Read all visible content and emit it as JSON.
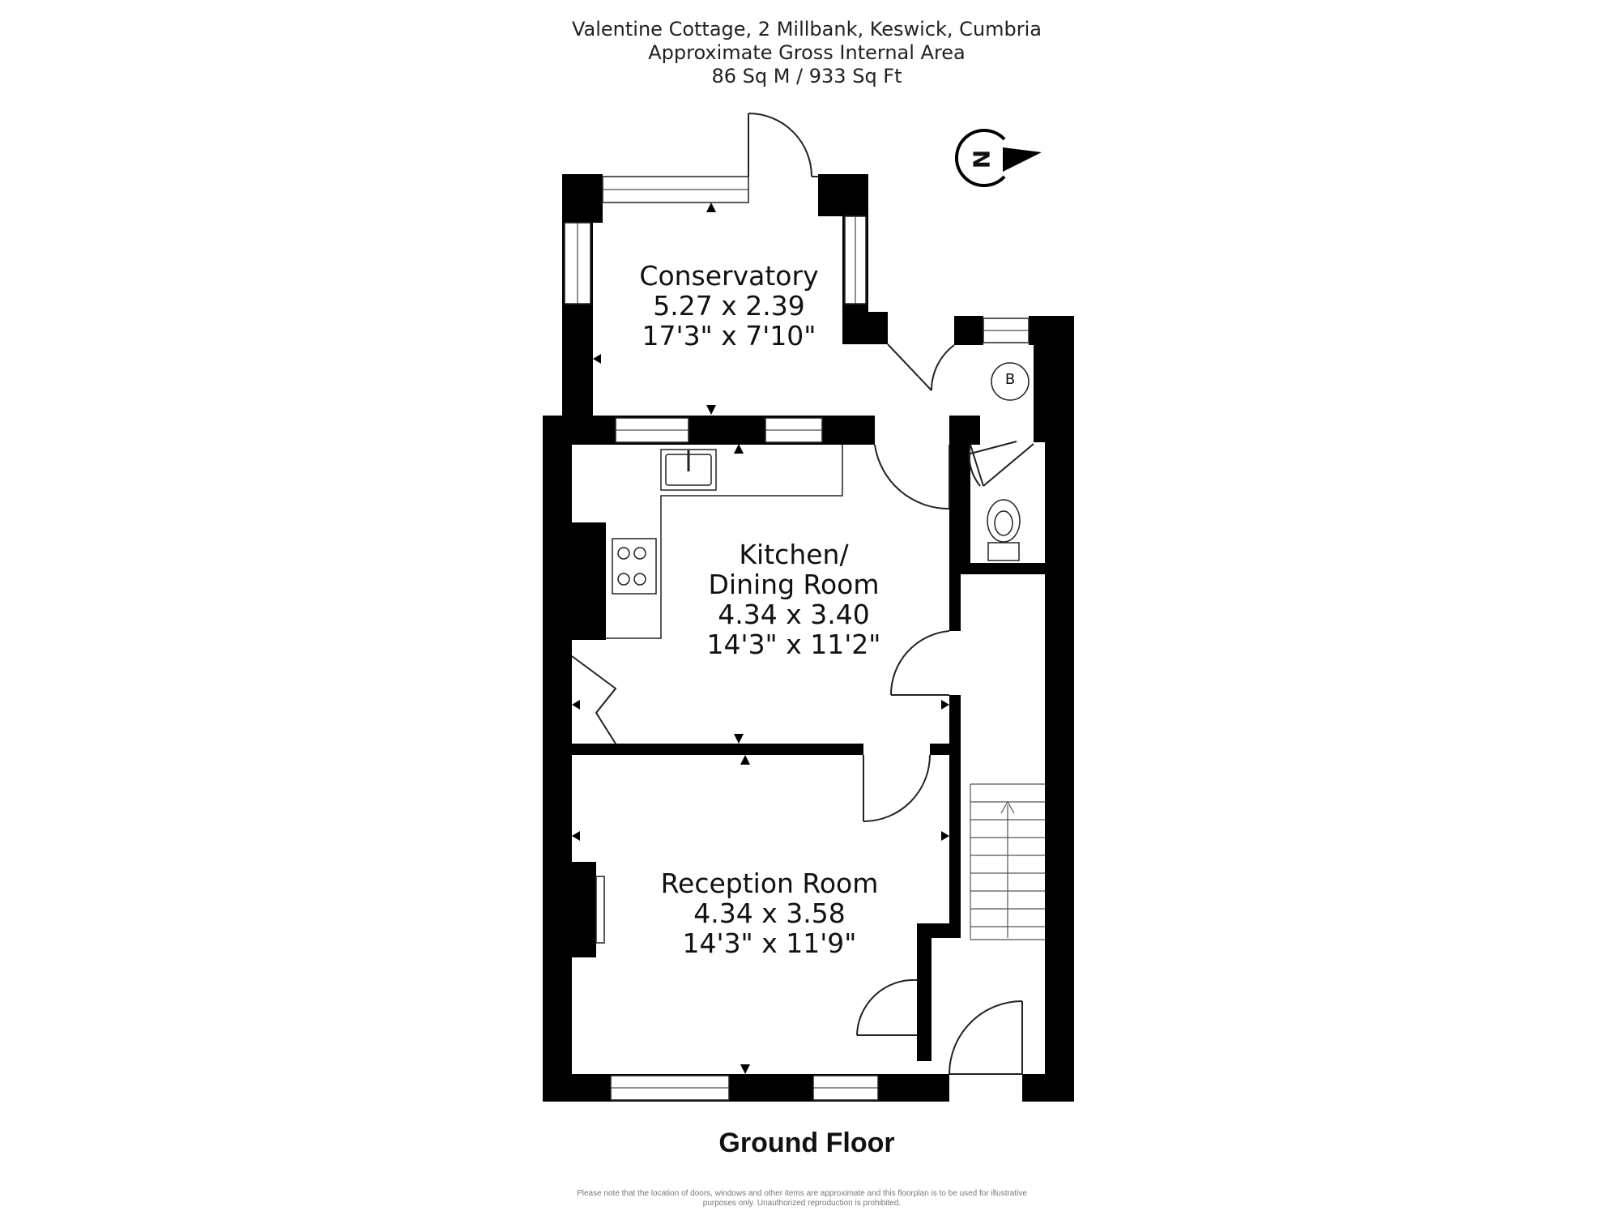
{
  "header": {
    "address": "Valentine Cottage, 2 Millbank, Keswick, Cumbria",
    "area_title": "Approximate Gross Internal Area",
    "area_value": "86 Sq M / 933 Sq Ft"
  },
  "compass": {
    "letter": "N"
  },
  "rooms": {
    "conservatory": {
      "name": "Conservatory",
      "metric": "5.27 x 2.39",
      "imperial": "17'3\" x 7'10\""
    },
    "kitchen": {
      "name_line1": "Kitchen/",
      "name_line2": "Dining Room",
      "metric": "4.34 x 3.40",
      "imperial": "14'3\" x 11'2\""
    },
    "reception": {
      "name": "Reception Room",
      "metric": "4.34 x 3.58",
      "imperial": "14'3\" x 11'9\""
    }
  },
  "boiler": {
    "label": "B"
  },
  "floor": {
    "title": "Ground Floor"
  },
  "disclaimer": {
    "line1": "Please note that the location of doors, windows and other items are approximate and this floorplan is to be used for illustrative",
    "line2": "purposes only. Unauthorized reproduction is prohibited."
  },
  "colors": {
    "wall": "#000000",
    "window": "#ffffff",
    "line": "#222222"
  }
}
